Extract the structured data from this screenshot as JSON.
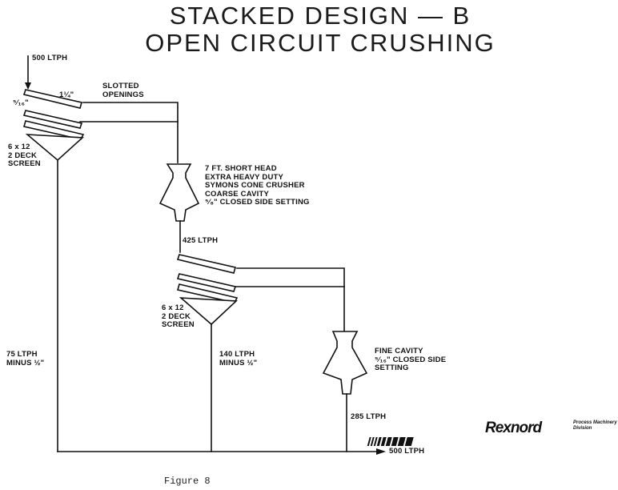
{
  "diagram": {
    "title_line1": "STACKED DESIGN — B",
    "title_line2": "OPEN CIRCUIT CRUSHING",
    "caption": "Figure 8",
    "labels": {
      "feed": "500 LTPH",
      "slotted": "SLOTTED\nOPENINGS",
      "top_deck_size": "1¼\"",
      "bottom_deck_size": "⁵⁄₁₆\"",
      "screen1": "6 x 12\n2 DECK\nSCREEN",
      "crusher1": "7 FT. SHORT HEAD\nEXTRA HEAVY DUTY\nSYMONS CONE CRUSHER\nCOARSE CAVITY\n⁵⁄₈\" CLOSED SIDE SETTING",
      "flow_425": "425 LTPH",
      "screen2": "6 x 12\n2 DECK\nSCREEN",
      "flow_75": "75 LTPH\nMINUS ½\"",
      "flow_140": "140 LTPH\nMINUS ½\"",
      "crusher2": "FINE CAVITY\n⁵⁄₁₆\" CLOSED SIDE\nSETTING",
      "flow_285": "285 LTPH",
      "output": "500 LTPH"
    },
    "logo": {
      "name": "Rexnord",
      "division": "Process Machinery\nDivision"
    }
  }
}
